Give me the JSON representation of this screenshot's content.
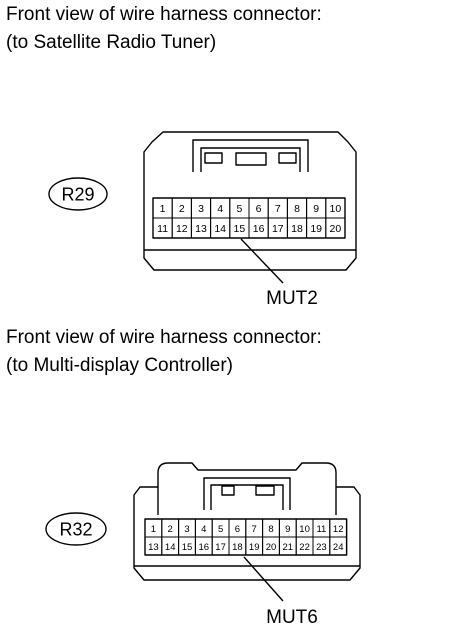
{
  "sections": [
    {
      "heading_line1": "Front view of wire harness connector:",
      "heading_line2": "(to Satellite Radio Tuner)",
      "connector_id": "R29",
      "pins_row1": [
        "1",
        "2",
        "3",
        "4",
        "5",
        "6",
        "7",
        "8",
        "9",
        "10"
      ],
      "pins_row2": [
        "11",
        "12",
        "13",
        "14",
        "15",
        "16",
        "17",
        "18",
        "19",
        "20"
      ],
      "callout": "MUT2"
    },
    {
      "heading_line1": "Front view of wire harness connector:",
      "heading_line2": "(to Multi-display Controller)",
      "connector_id": "R32",
      "pins_row1": [
        "1",
        "2",
        "3",
        "4",
        "5",
        "6",
        "7",
        "8",
        "9",
        "10",
        "11",
        "12"
      ],
      "pins_row2": [
        "13",
        "14",
        "15",
        "16",
        "17",
        "18",
        "19",
        "20",
        "21",
        "22",
        "23",
        "24"
      ],
      "callout": "MUT6"
    }
  ]
}
